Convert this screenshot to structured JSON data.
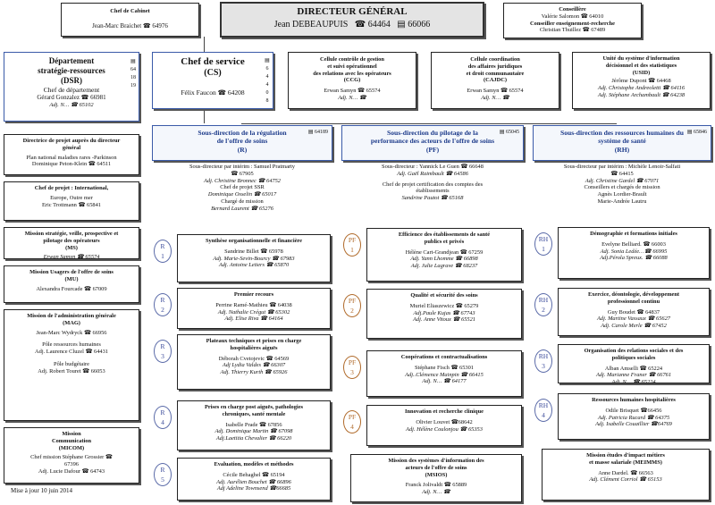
{
  "top": {
    "cabinet": {
      "title": "Chef de Cabinet",
      "line": "Jean-Marc Braichet ☎ 64976"
    },
    "dg": {
      "title": "DIRECTEUR  GÉNÉRAL",
      "name": "Jean DEBEAUPUIS",
      "phone": "☎ 64464",
      "fax": "▤ 66066"
    },
    "conseil": {
      "title": "Conseillère",
      "l1": "Valérie Salomon ☎ 64010",
      "l2": "Conseiller enseignement-recherche",
      "l3": "Christian Thuillez ☎ 67489"
    }
  },
  "dsr": {
    "t1": "Département",
    "t2": "stratégie-ressources",
    "t3": "(DSR)",
    "chef": "Chef de département",
    "name": "Gérard Gonzalez ☎ 66981",
    "adj": "Adj. N… ☎ 65102",
    "fax": "▤ 64 18 19"
  },
  "cs": {
    "t1": "Chef de service",
    "t2": "(CS)",
    "name": "Félix Faucon ☎ 64208",
    "fax": "▤ 6 4 4 0 8"
  },
  "ccg": {
    "t1": "Cellule contrôle de gestion",
    "t2": "et suivi opérationnel",
    "t3": "des relations avec les opérateurs",
    "t4": "(CCG)",
    "name": "Erwan Samyn ☎ 65574",
    "adj": "Adj. N… ☎"
  },
  "cajdc": {
    "t1": "Cellule coordination",
    "t2": "des affaires juridiques",
    "t3": "et droit communautaire",
    "t4": "(CAJDC)",
    "name": "Erwan Samyn ☎ 65574",
    "adj": "Adj. N… ☎"
  },
  "usid": {
    "t1": "Unité du système d'information",
    "t2": "décisionnel et des statistiques",
    "t3": "(USID)",
    "l1": "Jérôme Dupont ☎ 64468",
    "l2": "Adj. Christophe Andreoletti ☎ 64116",
    "l3": "Adj. Stéphane Archambault ☎ 64238"
  },
  "left": [
    {
      "t": [
        "Directrice de projet auprès du directeur",
        "général"
      ],
      "l": [
        "Plan national maladies rares -Parkinson",
        "Dominique Peton-Klein ☎ 64511"
      ]
    },
    {
      "t": [
        "Chef de projet : International,"
      ],
      "l": [
        "Europe, Outre mer",
        "Eric Trottmann ☎ 65841"
      ]
    },
    {
      "t": [
        "Mission  stratégie, veille,  prospective  et",
        "pilotage des opérateurs",
        "(MS)"
      ],
      "l": [
        "Erwan Samyn ☎ 65574"
      ]
    },
    {
      "t": [
        "Mission Usagers de l'offre de soins",
        "(MU)"
      ],
      "l": [
        "Alexandra Fourcade ☎ 67009"
      ]
    },
    {
      "t": [
        "Mission de l'administration générale",
        "(MAG)"
      ],
      "l": [
        "Jean-Marc Wydryck ☎ 66956",
        "Pôle ressources humaines",
        "Adj. Laurence Cluzel ☎ 64431",
        "Pôle budgétaire",
        "Adj. Robert Touret ☎ 66053"
      ]
    },
    {
      "t": [
        "Mission",
        "Communication",
        "(MICOM)"
      ],
      "l": [
        "Chef  mission  Stéphane Grossier ☎",
        "67396",
        "Adj.  Lucie Dafour ☎ 64743"
      ]
    }
  ],
  "update": "Mise  à jour  10 juin 2014",
  "sd": [
    {
      "t1": "Sous-direction de la régulation",
      "t2": "de l'offre de soins",
      "t3": "(R)",
      "fax": "▤ 64189",
      "l": [
        "Sous-directeur par intérim : Samuel Pratmarty",
        "☎ 67905",
        "Adj. Christine Bronnec ☎ 64752",
        "Chef de projet  SSR",
        "Dominique Osselin ☎ 65017",
        "Chargé de mission",
        "Bernard Laurent ☎ 65276"
      ]
    },
    {
      "t1": "Sous-direction du pilotage de la",
      "t2": "performance des acteurs de l'offre de soins",
      "t3": "(PF)",
      "fax": "▤ 65045",
      "l": [
        "Sous-directeur : Yannick Le Guen ☎ 66648",
        "Adj. Gaël Raimbault ☎ 64586",
        "",
        "Chef de projet certification des comptes des",
        "établissements",
        "Sandrine  Pautot ☎ 65168"
      ]
    },
    {
      "t1": "Sous-direction des ressources humaines du",
      "t2": "système de santé",
      "t3": "(RH)",
      "fax": "▤ 65846",
      "l": [
        "Sous-directeur par intérim : Michèle  Lenoir-Salfati",
        "☎ 64415",
        "Adj. Christine Gardel ☎ 67071",
        "Conseillers et chargés de mission",
        "Agnès Lordier-Brault",
        "Marie-Andrée Lautru"
      ]
    }
  ],
  "bureaus": [
    [
      {
        "o": [
          "R",
          "1"
        ],
        "t": [
          "Synthèse organisationnelle et financière"
        ],
        "l": [
          "Sandrine  Billet ☎ 65978",
          "Adj. Marie-Sevin-Bourcy ☎ 67983",
          "Adj. Antoine Letiers ☎ 65870"
        ]
      },
      {
        "o": [
          "R",
          "2"
        ],
        "t": [
          "Premier recours"
        ],
        "l": [
          "Perrine Ramé-Mathieu ☎ 64038",
          "Adj. Nathalie Crégut     ☎ 65302",
          "Adj. Elise Riva         ☎ 64164"
        ]
      },
      {
        "o": [
          "R",
          "3"
        ],
        "t": [
          "Plateaux techniques et prises en charge",
          "hospitalières aiguës"
        ],
        "l": [
          "Déborah Cvetojevic ☎ 64569",
          "Adj   Lydia Valdes ☎ 66307",
          "Adj. Thierry Kurth    ☎ 65926"
        ]
      },
      {
        "o": [
          "R",
          "4"
        ],
        "t": [
          "Prises en charge post aiguës, pathologies",
          "chroniques, santé mentale"
        ],
        "l": [
          "Isabelle Prade  ☎ 67856",
          "Adj. Dominique Martin ☎ 67098",
          "Adj.Laetitia Chevalier ☎ 66220"
        ]
      },
      {
        "o": [
          "R",
          "5"
        ],
        "t": [
          "Evaluation, modèles et méthodes"
        ],
        "l": [
          "Cécile Behaghel      ☎ 65194",
          "Adj. Aurélien Bouchet ☎ 66896",
          "Adj Adeline Townsend ☎66685"
        ]
      }
    ],
    [
      {
        "o": [
          "PF",
          "1"
        ],
        "t": [
          "Efficience des établissements de santé",
          "publics et privés"
        ],
        "l": [
          "Hélène Cart-Grandjean ☎ 67259",
          "Adj. Yann Lhomme    ☎ 66898",
          "Adj. Julie Lagrave     ☎ 68237"
        ]
      },
      {
        "o": [
          "PF",
          "2"
        ],
        "t": [
          "Qualité et sécurité des soins"
        ],
        "l": [
          "Muriel Eliaszewicz     ☎ 65279",
          "Adj.Paule Kujas      ☎ 67743",
          "Adj. Anne Vitoux       ☎ 65521"
        ]
      },
      {
        "o": [
          "PF",
          "3"
        ],
        "t": [
          "Coopérations et contractualisations"
        ],
        "l": [
          "Stéphane Fisch  ☎ 65301",
          "Adj..Clémence Mainpin ☎ 66415",
          "Adj. N…            ☎ 64177"
        ]
      },
      {
        "o": [
          "PF",
          "4"
        ],
        "t": [
          "Innovation et recherche clinique"
        ],
        "l": [
          "Olivier Louvet ☎68642",
          "Adj. Hélène Coulonjou ☎ 65353"
        ]
      },
      {
        "o": null,
        "t": [
          "Mission  des systèmes d'information des",
          "acteurs de l'offre de soins",
          "(MSIOS)"
        ],
        "l": [
          "",
          "Franck Jolivaldt ☎ 65889",
          "Adj. N…   ☎"
        ]
      }
    ],
    [
      {
        "o": [
          "RH",
          "1"
        ],
        "t": [
          "Démographie et formations initiales"
        ],
        "l": [
          "Evelyne Belliard. ☎ 66003",
          "Adj. Sonia Ledée…☎ 66995",
          "Adj.Pérola Spreux.  ☎ 66088"
        ]
      },
      {
        "o": [
          "RH",
          "2"
        ],
        "t": [
          "Exercice, déontologie, développement",
          "professionnel continu"
        ],
        "l": [
          "Guy Boudet ☎ 64837",
          "Adj. Martine Vassaux ☎ 65627",
          "Adj. Carole Merle ☎ 67452"
        ]
      },
      {
        "o": [
          "RH",
          "3"
        ],
        "t": [
          "Organisation des relations sociales et des",
          "politiques sociales"
        ],
        "l": [
          "Alban Amselli  ☎ 65224",
          "Adj. Marianne Franer ☎ 66761",
          "Adj. N…        ☎ 65224"
        ]
      },
      {
        "o": [
          "RH",
          "4"
        ],
        "t": [
          "Ressources humaines hospitalières"
        ],
        "l": [
          "Odile Brisquet ☎66456",
          "Adj. Patricia Rucard ☎ 64375",
          "Adj. Isabelle Couaillier ☎64769"
        ]
      },
      {
        "o": null,
        "t": [
          "Mission études d'impact métiers",
          "et masse salariale (MEIMMS)"
        ],
        "l": [
          "",
          "Anne Dardel.  ☎ 66563",
          "Adj. Clément Corriol ☎ 65153"
        ]
      }
    ]
  ]
}
